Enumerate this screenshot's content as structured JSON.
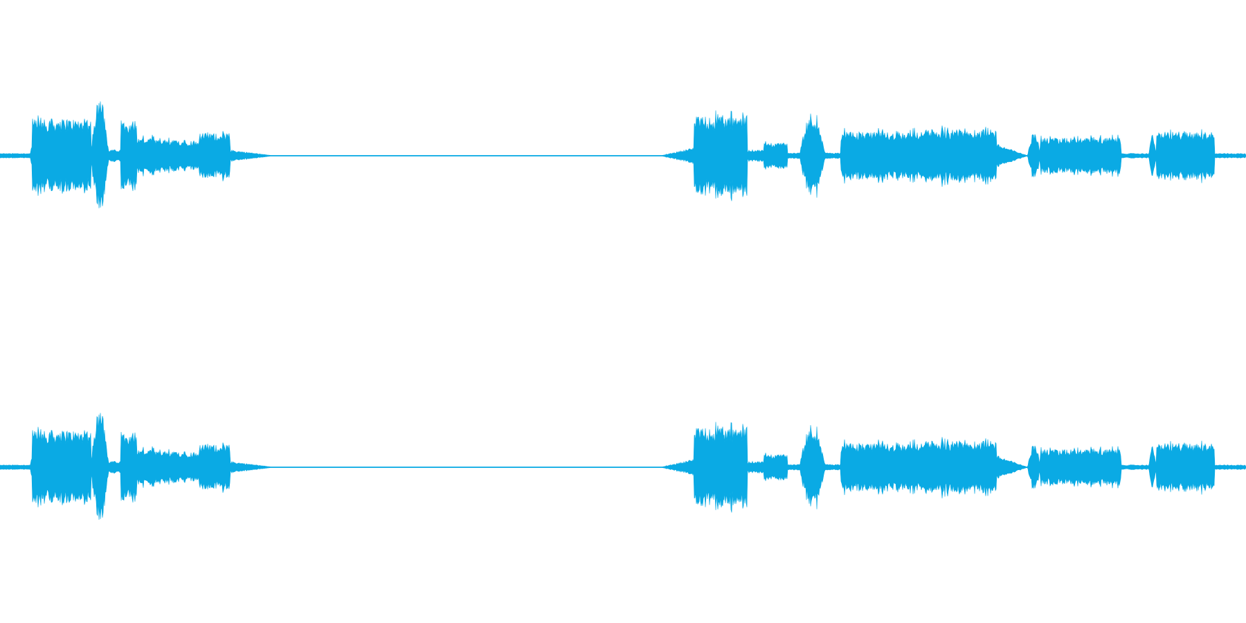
{
  "waveform": {
    "color": "#0aaae4",
    "background": "#ffffff",
    "channel_count": 2,
    "duration_fraction_visible": 1.0,
    "segments": [
      {
        "start": 0.0,
        "end": 0.024,
        "level": 0.04,
        "shape": "flat"
      },
      {
        "start": 0.024,
        "end": 0.026,
        "level": 0.25,
        "shape": "rise"
      },
      {
        "start": 0.026,
        "end": 0.073,
        "level": 0.62,
        "shape": "body"
      },
      {
        "start": 0.073,
        "end": 0.087,
        "level": 1.0,
        "shape": "peak"
      },
      {
        "start": 0.087,
        "end": 0.097,
        "level": 0.1,
        "shape": "gap"
      },
      {
        "start": 0.097,
        "end": 0.11,
        "level": 0.6,
        "shape": "body"
      },
      {
        "start": 0.11,
        "end": 0.125,
        "level": 0.3,
        "shape": "body"
      },
      {
        "start": 0.125,
        "end": 0.16,
        "level": 0.26,
        "shape": "body"
      },
      {
        "start": 0.16,
        "end": 0.185,
        "level": 0.38,
        "shape": "body"
      },
      {
        "start": 0.185,
        "end": 0.22,
        "level": 0.1,
        "shape": "decay"
      },
      {
        "start": 0.22,
        "end": 0.53,
        "level": 0.0,
        "shape": "silence"
      },
      {
        "start": 0.53,
        "end": 0.557,
        "level": 0.14,
        "shape": "rise"
      },
      {
        "start": 0.557,
        "end": 0.6,
        "level": 0.66,
        "shape": "body"
      },
      {
        "start": 0.6,
        "end": 0.613,
        "level": 0.1,
        "shape": "gap"
      },
      {
        "start": 0.613,
        "end": 0.632,
        "level": 0.22,
        "shape": "body"
      },
      {
        "start": 0.632,
        "end": 0.642,
        "level": 0.05,
        "shape": "gap"
      },
      {
        "start": 0.642,
        "end": 0.662,
        "level": 0.68,
        "shape": "peak"
      },
      {
        "start": 0.662,
        "end": 0.675,
        "level": 0.05,
        "shape": "gap"
      },
      {
        "start": 0.675,
        "end": 0.74,
        "level": 0.4,
        "shape": "body"
      },
      {
        "start": 0.74,
        "end": 0.8,
        "level": 0.44,
        "shape": "body"
      },
      {
        "start": 0.8,
        "end": 0.825,
        "level": 0.2,
        "shape": "decay"
      },
      {
        "start": 0.825,
        "end": 0.835,
        "level": 0.4,
        "shape": "peak"
      },
      {
        "start": 0.835,
        "end": 0.9,
        "level": 0.3,
        "shape": "body"
      },
      {
        "start": 0.9,
        "end": 0.922,
        "level": 0.04,
        "shape": "gap"
      },
      {
        "start": 0.922,
        "end": 0.928,
        "level": 0.35,
        "shape": "peak"
      },
      {
        "start": 0.928,
        "end": 0.975,
        "level": 0.4,
        "shape": "body"
      },
      {
        "start": 0.975,
        "end": 1.0,
        "level": 0.04,
        "shape": "flat"
      }
    ]
  }
}
